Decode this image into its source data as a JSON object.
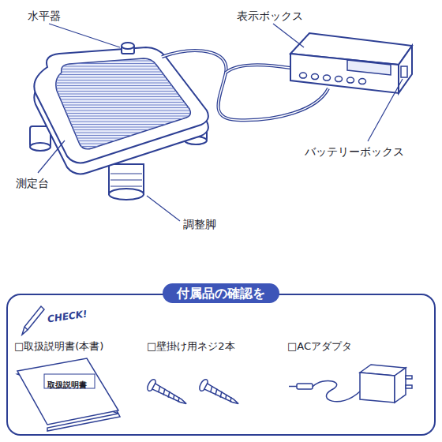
{
  "diagram": {
    "nodes": [
      {
        "text": [
          "付属品の確認を"
        ]
      }
    ],
    "labels": [
      "水平器",
      "表示ボックス",
      "バッテリーボックス",
      "測定台",
      "調整脚",
      "CHECK!",
      "□取扱説明書(本書)",
      "取扱説明書",
      "□壁掛け用ネジ2本",
      "□ACアダプタ"
    ]
  }
}
